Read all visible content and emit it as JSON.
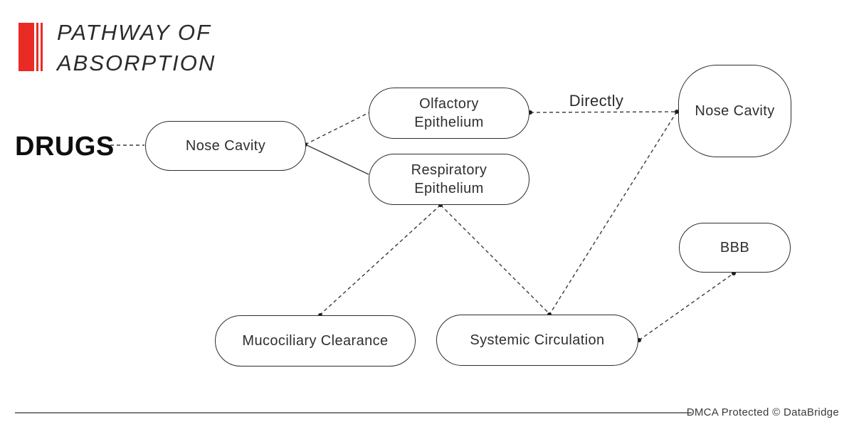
{
  "header": {
    "title_line1": "PATHWAY OF",
    "title_line2": "ABSORPTION",
    "accent_color": "#ea2a25"
  },
  "diagram": {
    "source_label": "DRUGS",
    "nodes": {
      "nose_cavity_left": {
        "label": "Nose Cavity"
      },
      "olfactory_epithelium": {
        "label": "Olfactory\nEpithelium"
      },
      "respiratory_epithelium": {
        "label": "Respiratory\nEpithelium"
      },
      "nose_cavity_right": {
        "label": "Nose Cavity"
      },
      "bbb": {
        "label": "BBB"
      },
      "mucociliary_clearance": {
        "label": "Mucociliary Clearance"
      },
      "systemic_circulation": {
        "label": "Systemic Circulation"
      }
    },
    "edge_labels": {
      "directly": "Directly"
    },
    "edges": [
      {
        "from": "DRUGS",
        "to": "Nose Cavity (left)",
        "style": "dashed",
        "label": ""
      },
      {
        "from": "Nose Cavity (left)",
        "to": "Olfactory Epithelium",
        "style": "dashed",
        "label": ""
      },
      {
        "from": "Nose Cavity (left)",
        "to": "Respiratory Epithelium",
        "style": "solid",
        "label": ""
      },
      {
        "from": "Olfactory Epithelium",
        "to": "Nose Cavity (right)",
        "style": "dashed",
        "label": "Directly"
      },
      {
        "from": "Nose Cavity (right)",
        "to": "Systemic Circulation",
        "style": "dashed",
        "label": ""
      },
      {
        "from": "Respiratory Epithelium",
        "to": "Mucociliary Clearance",
        "style": "dashed",
        "label": ""
      },
      {
        "from": "Respiratory Epithelium",
        "to": "Systemic Circulation",
        "style": "dashed",
        "label": ""
      },
      {
        "from": "Systemic Circulation",
        "to": "BBB",
        "style": "dashed",
        "label": ""
      }
    ]
  },
  "footer": {
    "text": "DMCA Protected © DataBridge"
  }
}
